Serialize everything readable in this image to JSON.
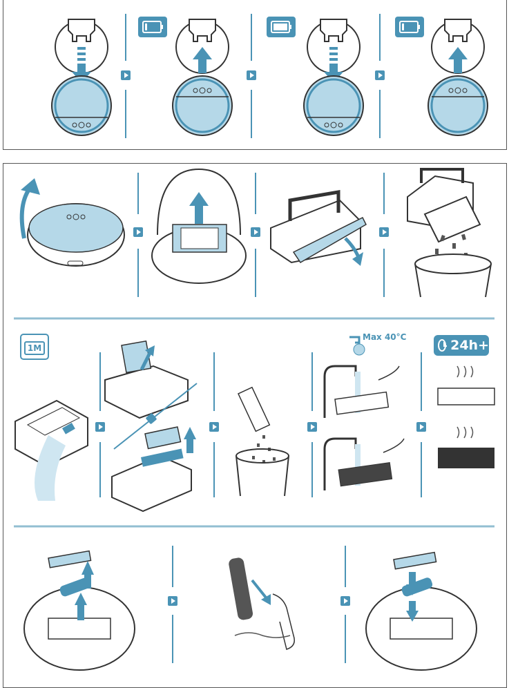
{
  "colors": {
    "accent": "#4a93b5",
    "accent_light": "#b5d8e8",
    "line": "#3a3a3a",
    "panel_border": "#555555"
  },
  "top_panel": {
    "steps": [
      {
        "battery_icon": "none",
        "arrow": "down"
      },
      {
        "battery_icon": "battery-low-icon",
        "arrow": "up"
      },
      {
        "battery_icon": "battery-full-icon",
        "arrow": "down"
      },
      {
        "battery_icon": "battery-low-icon",
        "arrow": "up"
      }
    ]
  },
  "filter_section": {
    "schedule_badge": "1M",
    "water_temp": "Max 40°C",
    "dry_time": "24h+"
  },
  "icons": [
    "next-step-icon",
    "calendar-icon",
    "faucet-icon",
    "clock-icon",
    "battery-icon"
  ]
}
